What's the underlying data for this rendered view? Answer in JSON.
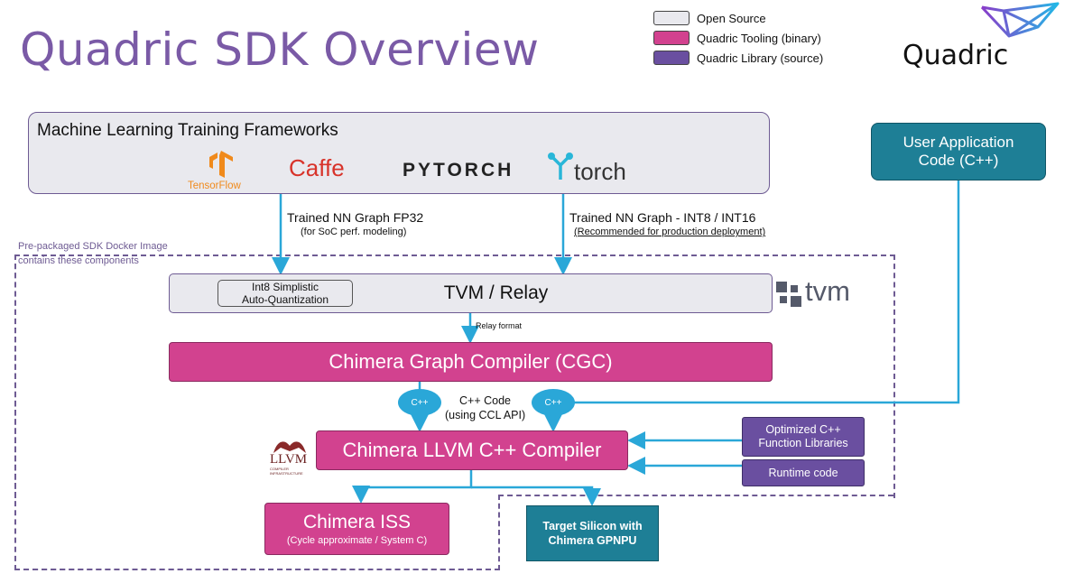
{
  "title": "Quadric SDK Overview",
  "legend": [
    {
      "label": "Open Source",
      "color": "#e9e9ee"
    },
    {
      "label": "Quadric Tooling (binary)",
      "color": "#d2428f"
    },
    {
      "label": "Quadric Library (source)",
      "color": "#6a4fa0"
    }
  ],
  "logo": {
    "text": "Quadric"
  },
  "frameworks": {
    "heading": "Machine Learning Training Frameworks",
    "tensorflow": "TensorFlow",
    "caffe": "Caffe",
    "pytorch": "PYTORCH",
    "torch": "torch"
  },
  "user_app": {
    "line1": "User Application",
    "line2": "Code (C++)"
  },
  "edge_fp32": {
    "line1": "Trained NN Graph FP32",
    "line2": "(for SoC perf. modeling)"
  },
  "edge_int": {
    "line1": "Trained NN Graph - INT8 / INT16",
    "line2": "(Recommended for production deployment)"
  },
  "docker": {
    "line1": "Pre-packaged SDK Docker Image",
    "line2": "contains these components"
  },
  "tvm": {
    "label": "TVM / Relay",
    "quant_line1": "Int8 Simplistic",
    "quant_line2": "Auto-Quantization",
    "logo": "tvm"
  },
  "relay_format": "Relay format",
  "cgc": "Chimera Graph Compiler (CGC)",
  "cpp_code": {
    "line1": "C++ Code",
    "line2": "(using CCL API)",
    "bubble": "C++"
  },
  "llvm": {
    "label": "Chimera LLVM C++ Compiler",
    "logo": "LLVM",
    "logo_small": "COMPILER INFRASTRUCTURE"
  },
  "opt_libs": {
    "line1": "Optimized C++",
    "line2": "Function Libraries"
  },
  "runtime": "Runtime code",
  "iss": {
    "line1": "Chimera ISS",
    "line2": "(Cycle approximate / System C)"
  },
  "silicon": {
    "line1": "Target Silicon with",
    "line2": "Chimera GPNPU"
  },
  "colors": {
    "accent": "#2aa7d8",
    "title": "#7a5aa6",
    "pink": "#d2428f",
    "purple": "#6a4fa0",
    "teal": "#1e7f96"
  }
}
